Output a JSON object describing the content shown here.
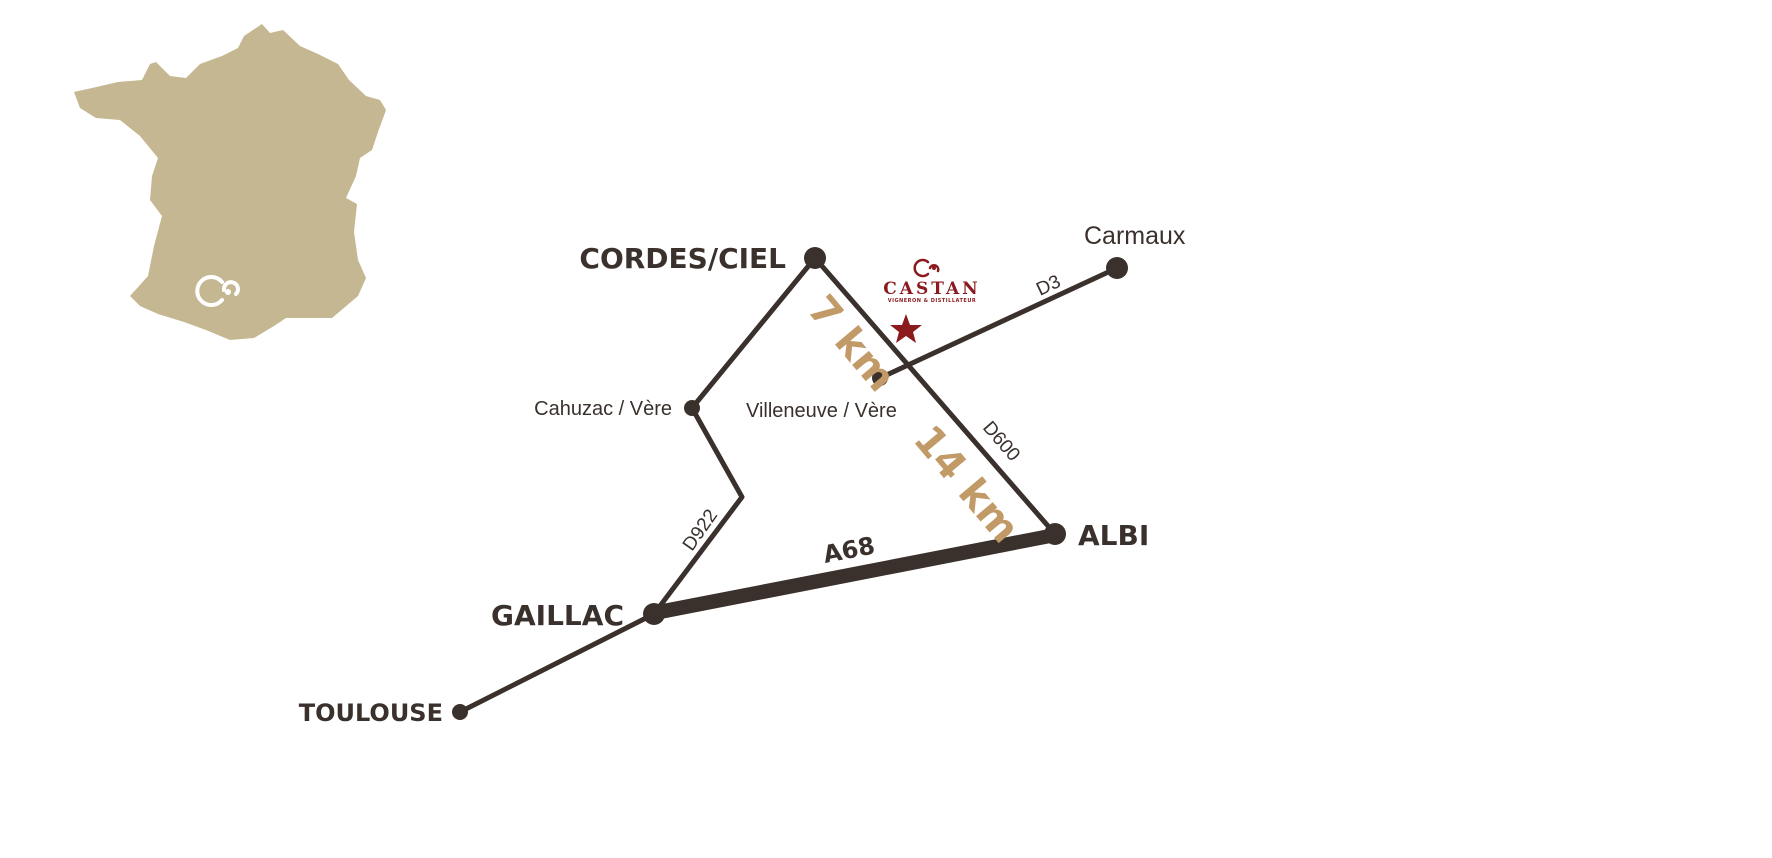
{
  "colors": {
    "road": "#3a302c",
    "france": "#c4b791",
    "distance": "#c29a68",
    "brand": "#8a1a1e",
    "background": "#ffffff"
  },
  "cities": {
    "cordes": "CORDES/CIEL",
    "carmaux": "Carmaux",
    "cahuzac": "Cahuzac / Vère",
    "villeneuve": "Villeneuve / Vère",
    "albi": "ALBI",
    "gaillac": "GAILLAC",
    "toulouse": "TOULOUSE"
  },
  "roads": {
    "d3": "D3",
    "d600": "D600",
    "d922": "D922",
    "a68": "A68"
  },
  "distances": {
    "cordes_to_castan": "7 km",
    "castan_to_albi": "14 km"
  },
  "brand": {
    "name": "CASTAN",
    "tagline": "VIGNERON & DISTILLATEUR",
    "marker_icon": "star-icon",
    "logo_icon": "castan-monogram-icon"
  },
  "inset": {
    "icon": "france-outline-icon"
  }
}
